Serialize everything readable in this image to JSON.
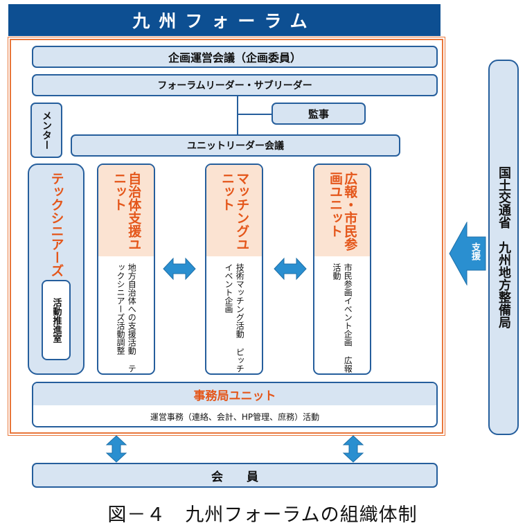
{
  "header": {
    "title": "九州フォーラム"
  },
  "org": {
    "planning_council": "企画運営会議（企画委員）",
    "forum_leaders": "フォーラムリーダー・サブリーダー",
    "mentor": "メンター",
    "auditor": "監事",
    "unit_leader_council": "ユニットリーダー会議",
    "tech_seniors": {
      "title": "テックシニアーズ",
      "sub": "活動推進室"
    },
    "units": [
      {
        "title": "自治体支援ユニット",
        "desc": "地方自治体への支援活動 テックシニアーズ活動調整"
      },
      {
        "title": "マッチングユニット",
        "desc": "技術マッチング活動 ピッチイベント企画"
      },
      {
        "title": "広報・市民参画ユニット",
        "desc": "市民参画イベント企画 広報活動"
      }
    ],
    "secretariat": {
      "title": "事務局ユニット",
      "desc": "運営事務（連絡、会計、HP管理、庶務）活動"
    },
    "members": "会　　員"
  },
  "external": {
    "agency": "国土交通省　九州地方整備局",
    "support": "支援"
  },
  "caption": "図－４　九州フォーラムの組織体制",
  "colors": {
    "navy": "#0d4f92",
    "frame": "#e8763a",
    "accent": "#e4561a",
    "pill": "#d7e4f2",
    "arrow": "#2a8fd0"
  }
}
